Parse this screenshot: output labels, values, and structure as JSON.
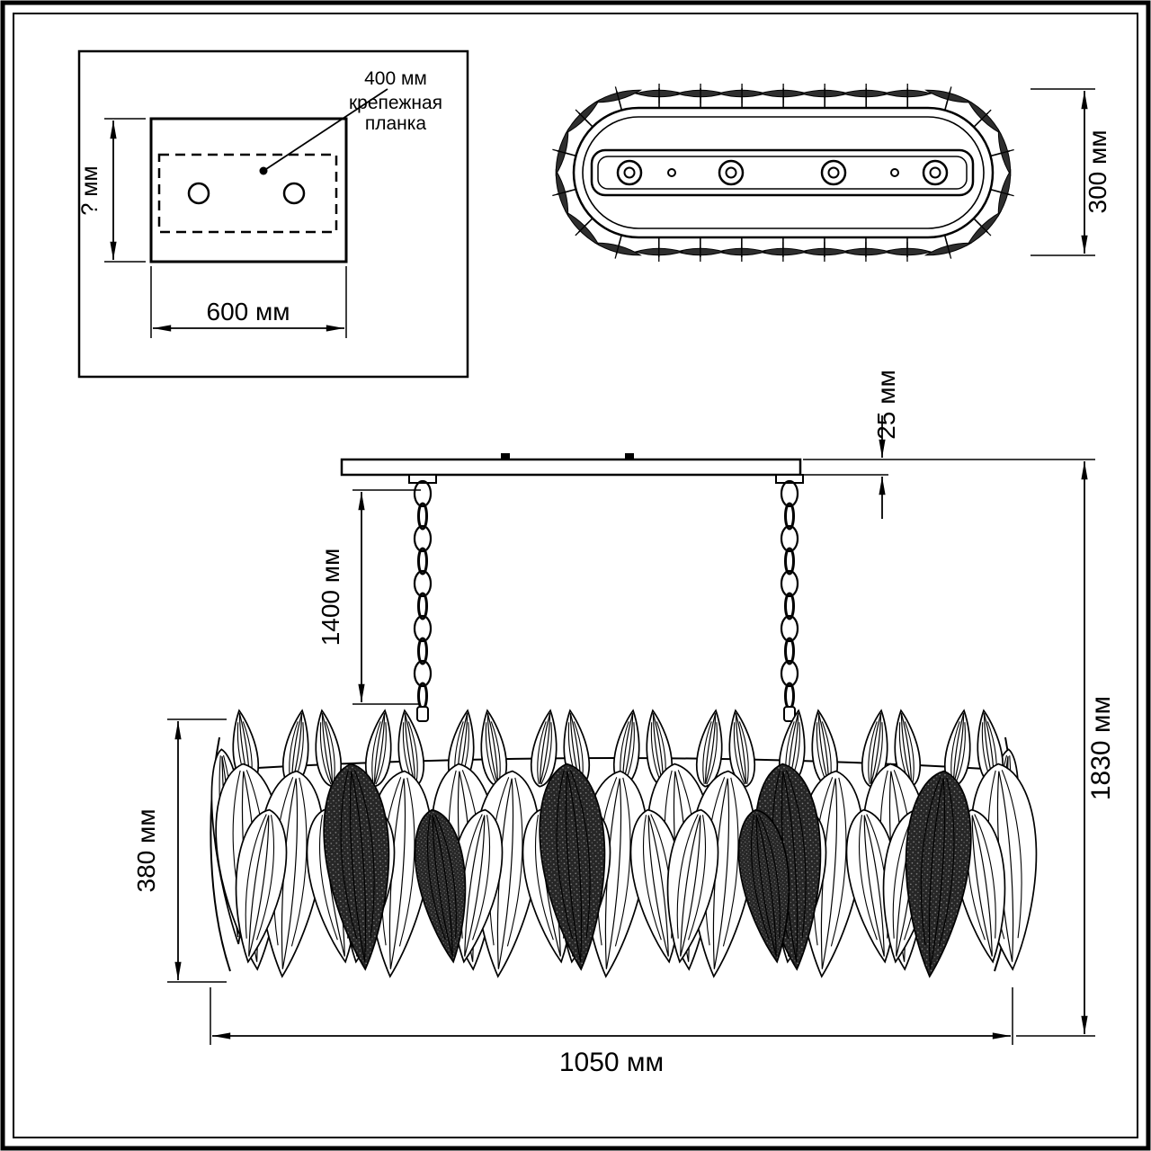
{
  "drawing": {
    "title": "chandelier-dimension-drawing",
    "top_left": {
      "callout_value": "400 мм",
      "callout_caption_line1": "крепежная",
      "callout_caption_line2": "планка",
      "height_label": "? мм",
      "width_label": "600 мм"
    },
    "top_view": {
      "depth_label": "300 мм"
    },
    "front_view": {
      "canopy_height_label": "25 мм",
      "chain_length_label": "1400 мм",
      "shade_height_label": "380 мм",
      "width_label": "1050 мм",
      "overall_height_label": "1830 мм"
    },
    "colors": {
      "line": "#000000",
      "background": "#ffffff",
      "dark_leaf": "#2e2e2e"
    }
  }
}
